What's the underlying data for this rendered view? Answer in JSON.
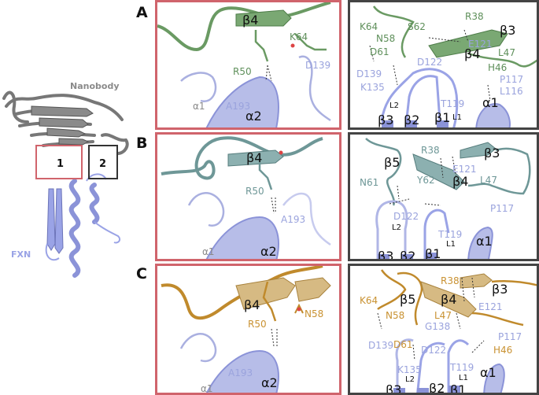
{
  "overview": {
    "nanobody_label": "Nanobody",
    "fxn_label": "FXN",
    "box1_label": "1",
    "box2_label": "2",
    "colors": {
      "nanobody": "#7a7a7a",
      "fxn": "#9aa3e6",
      "box1": "#d0646c",
      "box2": "#444444"
    }
  },
  "rows": [
    {
      "letter": "A",
      "nanobody_color": "#6a9a63",
      "left": {
        "labels": {
          "b4": "β4",
          "k64": "K64",
          "d139": "D139",
          "r50": "R50",
          "a1": "α1",
          "a193": "A193",
          "a2": "α2"
        }
      },
      "right": {
        "labels": {
          "k64": "K64",
          "s62": "S62",
          "r38": "R38",
          "b3": "β3",
          "n58": "N58",
          "e121": "E121",
          "d61": "D61",
          "b4": "β4",
          "l47": "L47",
          "d122": "D122",
          "h46": "H46",
          "d139": "D139",
          "p117": "P117",
          "k135": "K135",
          "l116": "L116",
          "l2": "L2",
          "t119": "T119",
          "a1": "α1",
          "b3b": "β3",
          "b2": "β2",
          "b1": "β1",
          "l1": "L1"
        }
      }
    },
    {
      "letter": "B",
      "nanobody_color": "#6e9797",
      "left": {
        "labels": {
          "b4": "β4",
          "r50": "R50",
          "a193": "A193",
          "a1": "α1",
          "a2": "α2"
        }
      },
      "right": {
        "labels": {
          "r38": "R38",
          "b3": "β3",
          "b5": "β5",
          "e121": "E121",
          "n61": "N61",
          "y62": "Y62",
          "b4": "β4",
          "l47": "L47",
          "p117": "P117",
          "d122": "D122",
          "l2": "L2",
          "t119": "T119",
          "a1": "α1",
          "l1": "L1",
          "b3b": "β3",
          "b2": "β2",
          "b1": "β1"
        }
      }
    },
    {
      "letter": "C",
      "nanobody_color": "#c08a2c",
      "left": {
        "labels": {
          "b4": "β4",
          "n58": "N58",
          "r50": "R50",
          "a193": "A193",
          "a1": "α1",
          "a2": "α2"
        }
      },
      "right": {
        "labels": {
          "r38": "R38",
          "b3": "β3",
          "k64": "K64",
          "b5": "β5",
          "b4": "β4",
          "e121": "E121",
          "n58": "N58",
          "l47": "L47",
          "g138": "G138",
          "p117": "P117",
          "d139": "D139",
          "d61": "D61",
          "d122": "D122",
          "h46": "H46",
          "t119": "T119",
          "k135": "K135",
          "a1": "α1",
          "l2": "L2",
          "l1": "L1",
          "b3b": "β3",
          "b2": "β2",
          "b1": "β1"
        }
      }
    }
  ]
}
